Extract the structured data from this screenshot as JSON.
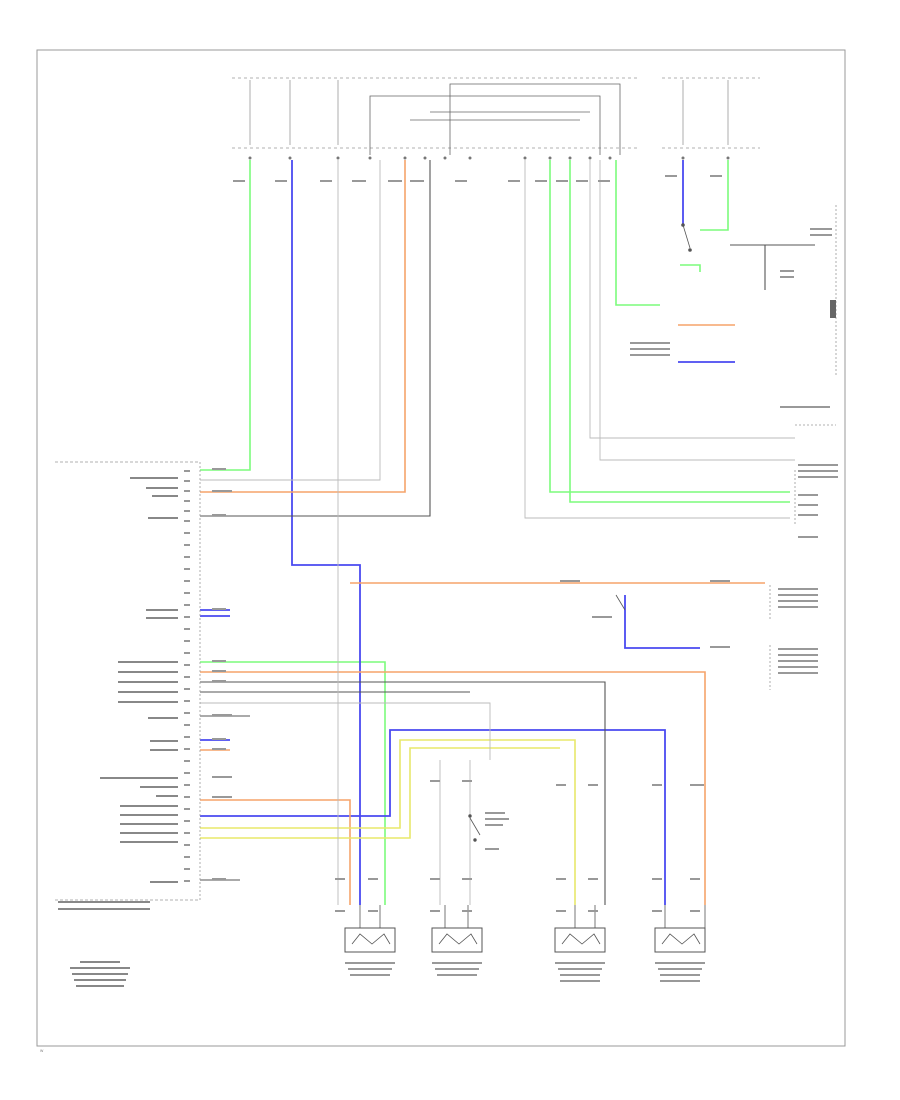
{
  "colors": {
    "green": "#7CFC7C",
    "blue": "#4A4AF0",
    "orange": "#F5A46A",
    "yellow": "#E8E86A",
    "gray": "#555555",
    "lightgray": "#BBBBBB",
    "frame": "#9A9A9A",
    "ground": "#555555"
  },
  "footer": {
    "code": "W"
  },
  "sensors": [
    {
      "id": "lf",
      "label": ""
    },
    {
      "id": "rf",
      "label": ""
    },
    {
      "id": "rr",
      "label": ""
    },
    {
      "id": "lr",
      "label": ""
    }
  ],
  "module": {
    "label": ""
  }
}
